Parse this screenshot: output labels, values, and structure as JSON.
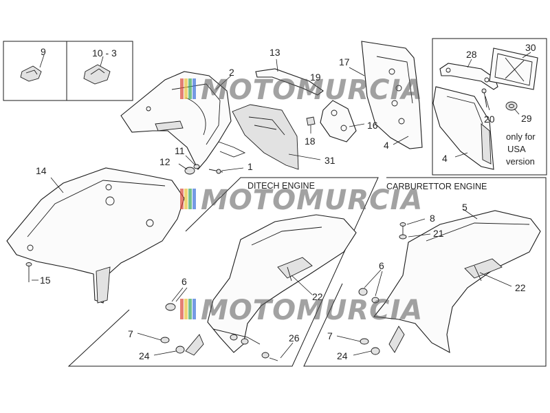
{
  "callouts": {
    "c9": "9",
    "c10_3": "10 - 3",
    "c2": "2",
    "c13": "13",
    "c19": "19",
    "c17": "17",
    "c28": "28",
    "c30": "30",
    "c20": "20",
    "c29": "29",
    "c4a": "4",
    "c4b": "4",
    "c16": "16",
    "c18": "18",
    "c31": "31",
    "c11": "11",
    "c12": "12",
    "c1": "1",
    "c14": "14",
    "c15": "15",
    "c5": "5",
    "c8": "8",
    "c21": "21",
    "c6a": "6",
    "c6b": "6",
    "c22a": "22",
    "c22b": "22",
    "c7a": "7",
    "c7b": "7",
    "c24a": "24",
    "c24b": "24",
    "c26": "26"
  },
  "sections": {
    "ditech": "DITECH ENGINE",
    "carburettor": "CARBURETTOR ENGINE"
  },
  "usa_note": [
    "only for",
    "USA",
    "version"
  ],
  "watermark": "MOTOMURCIA",
  "colors": {
    "line": "#1a1a1a",
    "watermark": "#555555",
    "flag_red": "#d94a3a",
    "flag_yellow": "#e8c23a",
    "flag_green": "#3aa65a",
    "flag_blue": "#3a6fd9"
  }
}
